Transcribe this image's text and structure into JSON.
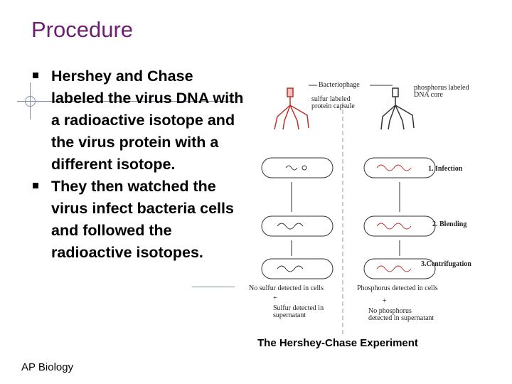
{
  "slide": {
    "title": "Procedure",
    "bullets": [
      "Hershey and Chase labeled the virus DNA with a radioactive isotope and the virus protein with a different isotope.",
      "They then watched the virus infect bacteria cells and followed the radioactive isotopes."
    ],
    "footer": "AP Biology"
  },
  "figure": {
    "labels": {
      "bacteriophage": "Bacteriophage",
      "sulfur_labeled": "sulfur labeled",
      "protein_capsule": "protein capsule",
      "phosphorus_labeled": "phosphorus labeled",
      "dna_core": "DNA core",
      "step1": "1. Infection",
      "step2": "2. Blending",
      "step3": "3.Centrifugation",
      "no_sulfur": "No sulfur detected in cells",
      "plus_left": "+",
      "sulfur_detected": "Sulfur detected in",
      "supernatant_left": "supernatant",
      "phosphorus_detected": "Phosphorus detected in cells",
      "plus_right": "+",
      "no_phosphorus": "No phosphorus",
      "detected_supernatant": "detected in supernatant"
    },
    "caption": "The Hershey-Chase Experiment"
  },
  "colors": {
    "title": "#6b1f6f",
    "red": "#c0302a",
    "line": "#7f8fa8"
  }
}
